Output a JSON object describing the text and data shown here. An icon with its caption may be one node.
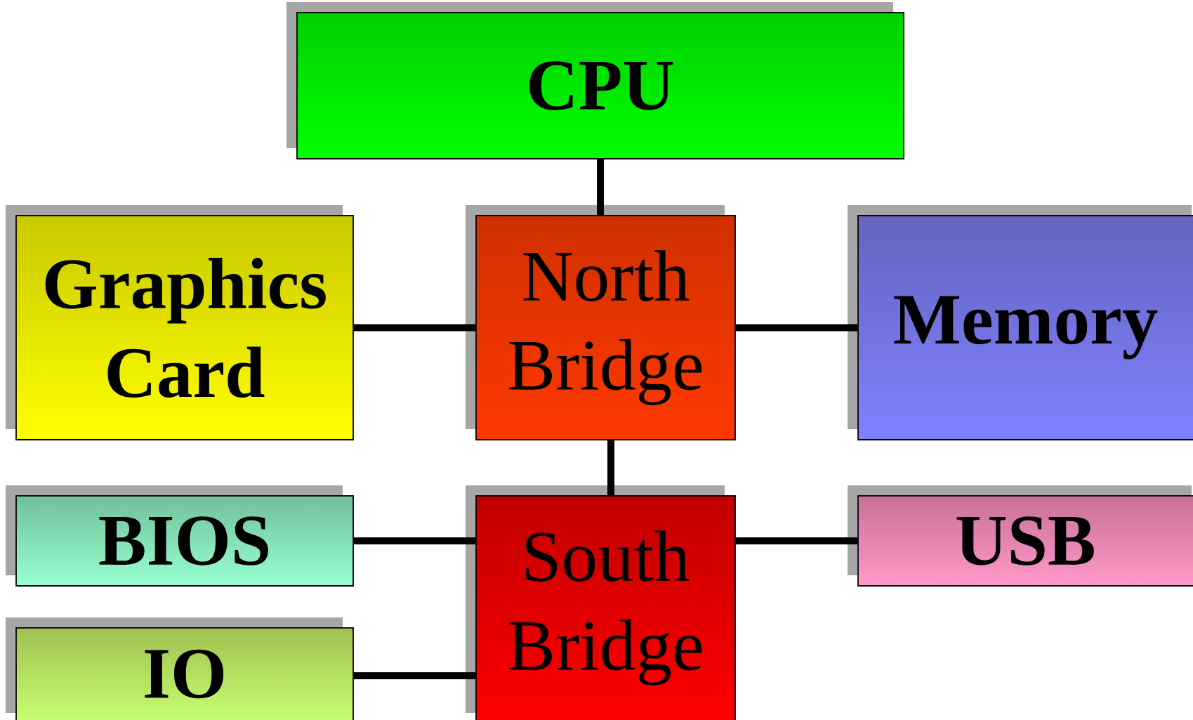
{
  "diagram": {
    "nodes": [
      {
        "text": [
          "CPU"
        ]
      },
      {
        "text": [
          "Graphics Card"
        ]
      },
      {
        "text": [
          "North Bridge"
        ]
      },
      {
        "text": [
          "Memory"
        ]
      },
      {
        "text": [
          "BIOS"
        ]
      },
      {
        "text": [
          "South Bridge"
        ]
      },
      {
        "text": [
          "USB"
        ]
      },
      {
        "text": [
          "IO"
        ]
      }
    ],
    "edges": [
      {
        "from": 0,
        "to": 2,
        "arrow": "none"
      },
      {
        "from": 1,
        "to": 2,
        "arrow": "none"
      },
      {
        "from": 2,
        "to": 3,
        "arrow": "none"
      },
      {
        "from": 2,
        "to": 5,
        "arrow": "none"
      },
      {
        "from": 4,
        "to": 5,
        "arrow": "none"
      },
      {
        "from": 5,
        "to": 6,
        "arrow": "none"
      },
      {
        "from": 7,
        "to": 5,
        "arrow": "none"
      }
    ]
  }
}
